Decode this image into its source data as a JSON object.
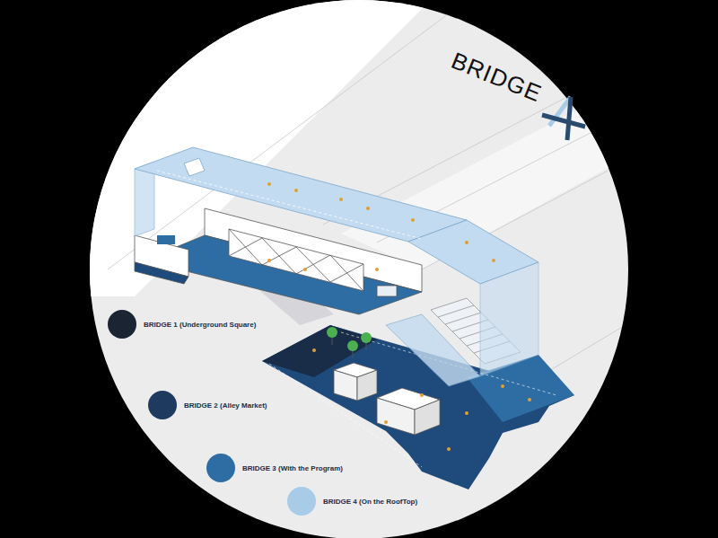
{
  "diagram": {
    "title": "BRIDGE",
    "legend": [
      {
        "text": "BRIDGE 1 (Underground Square)",
        "color": "#1a2433"
      },
      {
        "text": "BRIDGE 2 (Alley Market)",
        "color": "#1e3a5f"
      },
      {
        "text": "BRIDGE 3 (With the Program)",
        "color": "#2e6da4"
      },
      {
        "text": "BRIDGE 4 (On the RoofTop)",
        "color": "#a8cbe8"
      }
    ]
  }
}
